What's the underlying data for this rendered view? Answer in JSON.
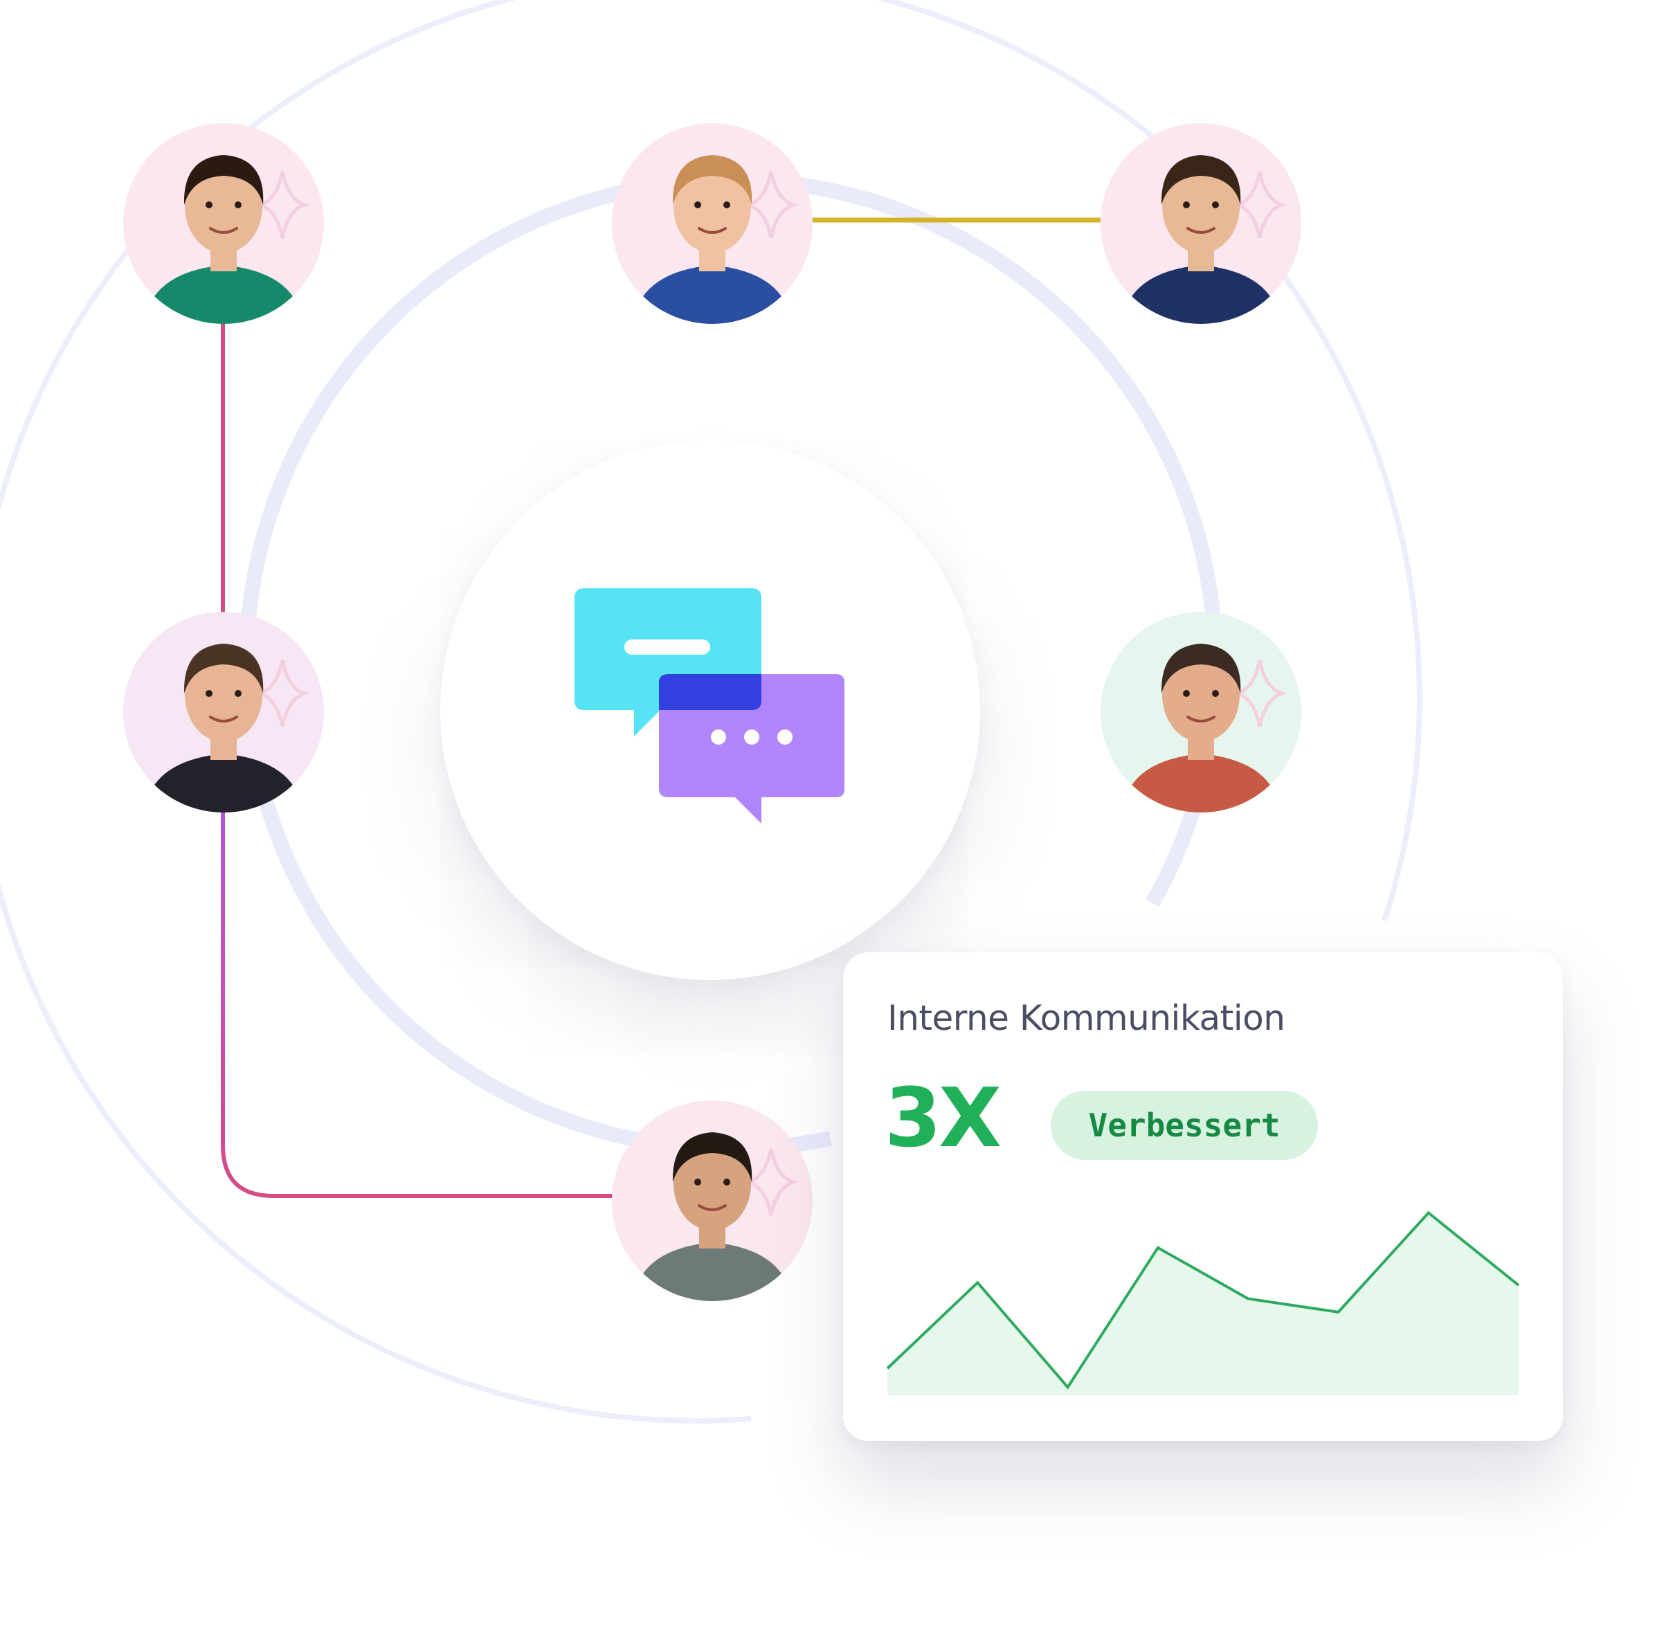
{
  "card": {
    "title": "Interne Kommunikation",
    "value": "3X",
    "badge": "Verbessert"
  },
  "chart_data": {
    "type": "area",
    "title": "",
    "xlabel": "",
    "ylabel": "",
    "x": [
      0,
      1,
      2,
      3,
      4,
      5,
      6,
      7
    ],
    "values": [
      1.0,
      4.2,
      0.3,
      5.5,
      3.6,
      3.1,
      6.8,
      4.1
    ],
    "ylim": [
      0,
      8
    ],
    "grid": false,
    "color": "#2eaa5f",
    "fill": "#e6f7ec"
  },
  "colors": {
    "ring": "#e8eafb",
    "link_pink": "#d64b86",
    "link_gold": "#d6b12a",
    "link_purple": "#b455d6",
    "link_green": "#3fa65f",
    "bubble_cyan": "#56e4f4",
    "bubble_purple": "#b285fa",
    "bubble_overlap": "#3340e0",
    "accent_green": "#21b05a"
  },
  "icons": {
    "center": "chat-bubbles-icon"
  },
  "people": [
    {
      "id": "person-1",
      "shirt": "#17896b",
      "hair": "#2b1a12",
      "skin": "#e8b897",
      "bg": "#fbe7ef"
    },
    {
      "id": "person-2",
      "shirt": "#2a4fa2",
      "hair": "#c98f55",
      "skin": "#f1c2a2",
      "bg": "#fbe7ef"
    },
    {
      "id": "person-3",
      "shirt": "#1e3266",
      "hair": "#3a2618",
      "skin": "#e8b995",
      "bg": "#fbe7ef"
    },
    {
      "id": "person-4",
      "shirt": "#22222a",
      "hair": "#4a3324",
      "skin": "#e7b596",
      "bg": "#f7e6f4"
    },
    {
      "id": "person-5",
      "shirt": "#c65a45",
      "hair": "#3b2b22",
      "skin": "#e3ad8c",
      "bg": "#e6f6ee"
    },
    {
      "id": "person-6",
      "shirt": "#6c7a78",
      "hair": "#241a14",
      "skin": "#d7a27e",
      "bg": "#fbe7ef"
    }
  ]
}
